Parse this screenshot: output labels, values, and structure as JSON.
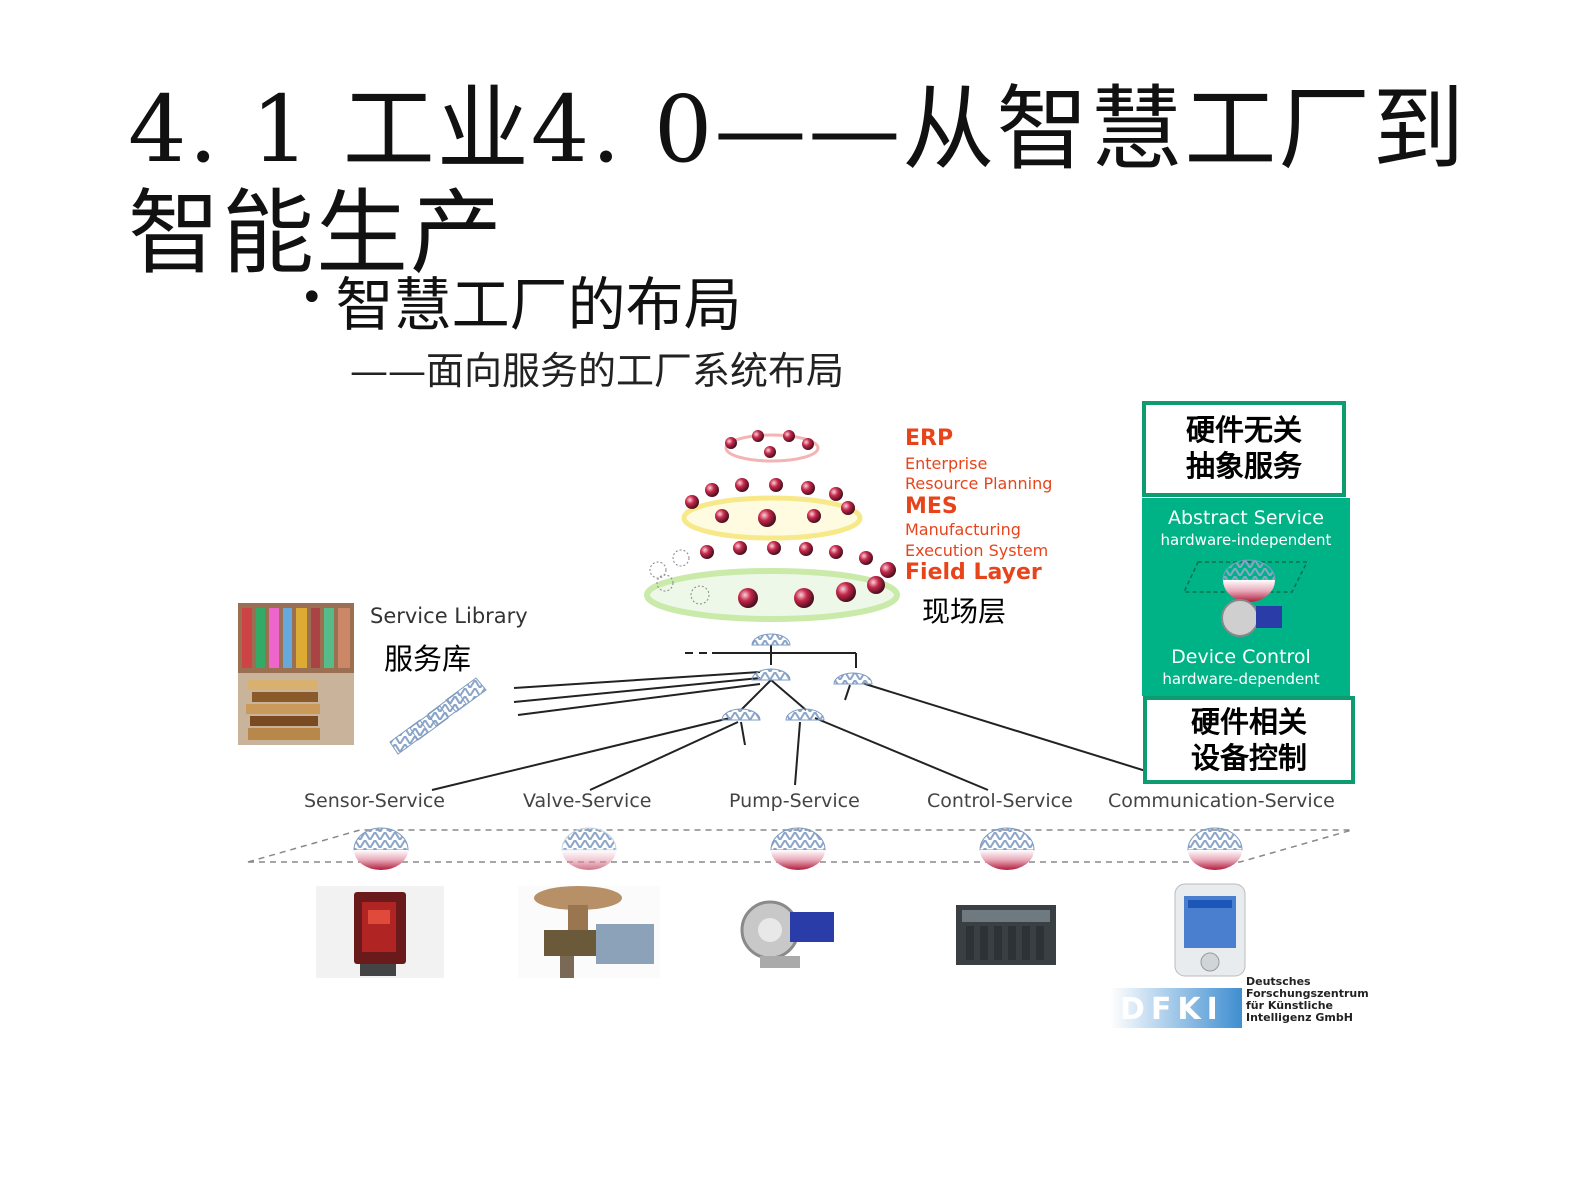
{
  "title": "4. 1 工业4. 0——从智慧工厂到智能生产",
  "bullet": "智慧工厂的布局",
  "subtitle": "——面向服务的工厂系统布局",
  "layers": {
    "erp": "ERP",
    "erp_desc_1": "Enterprise",
    "erp_desc_2": "Resource Planning",
    "mes": "MES",
    "mes_desc_1": "Manufacturing",
    "mes_desc_2": "Execution System",
    "field": "Field Layer",
    "field_cn": "现场层"
  },
  "library": {
    "label_en": "Service Library",
    "label_cn": "服务库"
  },
  "right_panel": {
    "top_box_line1": "硬件无关",
    "top_box_line2": "抽象服务",
    "abstract_title": "Abstract Service",
    "abstract_sub": "hardware-independent",
    "device_title": "Device Control",
    "device_sub": "hardware-dependent",
    "bottom_box_line1": "硬件相关",
    "bottom_box_line2": "设备控制"
  },
  "services": [
    "Sensor-Service",
    "Valve-Service",
    "Pump-Service",
    "Control-Service",
    "Communication-Service"
  ],
  "logo": {
    "letters": "DFKI",
    "line1": "Deutsches",
    "line2": "Forschungszentrum",
    "line3": "für Künstliche",
    "line4": "Intelligenz GmbH"
  },
  "colors": {
    "accent_red": "#e8441c",
    "panel_green": "#00b386",
    "box_border": "#0f9b70",
    "node_red": "#c8284a"
  }
}
